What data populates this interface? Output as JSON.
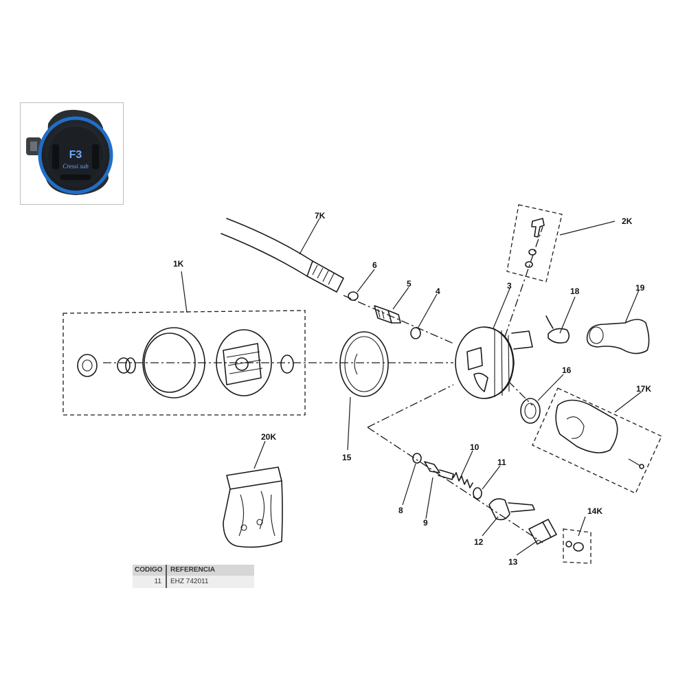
{
  "thumbnail": {
    "badge_text": "F3",
    "brand_text": "Cressi sub"
  },
  "part_labels": [
    "1K",
    "2K",
    "3",
    "4",
    "5",
    "6",
    "7K",
    "8",
    "9",
    "10",
    "11",
    "12",
    "13",
    "14K",
    "15",
    "16",
    "17K",
    "18",
    "19",
    "20K"
  ],
  "reference_table": {
    "header_code": "CODIGO",
    "header_reference": "REFERENCIA",
    "code": "11",
    "reference": "EHZ 742011"
  },
  "colors": {
    "line": "#1a1a1a",
    "accent_blue": "#1f6fc9",
    "table_header": "#d6d6d6",
    "table_row": "#eeeeee"
  }
}
